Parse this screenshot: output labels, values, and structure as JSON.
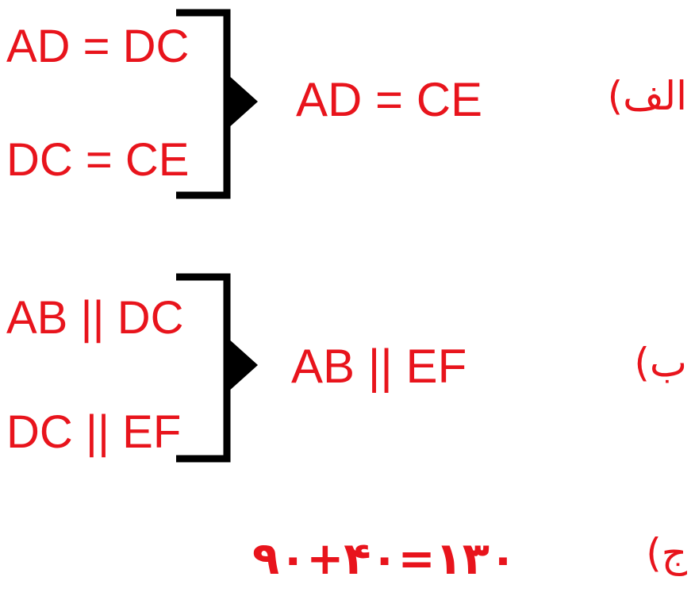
{
  "colors": {
    "text": "#e8141c",
    "bracket": "#000000"
  },
  "problems": [
    {
      "label": "الف)",
      "premises": [
        "AD = DC",
        "DC = CE"
      ],
      "conclusion": "AD = CE"
    },
    {
      "label": "ب)",
      "premises": [
        "AB || DC",
        "DC || EF"
      ],
      "conclusion": "AB || EF"
    },
    {
      "label": "ج)",
      "result": "۹۰+۴۰=۱۳۰"
    }
  ]
}
